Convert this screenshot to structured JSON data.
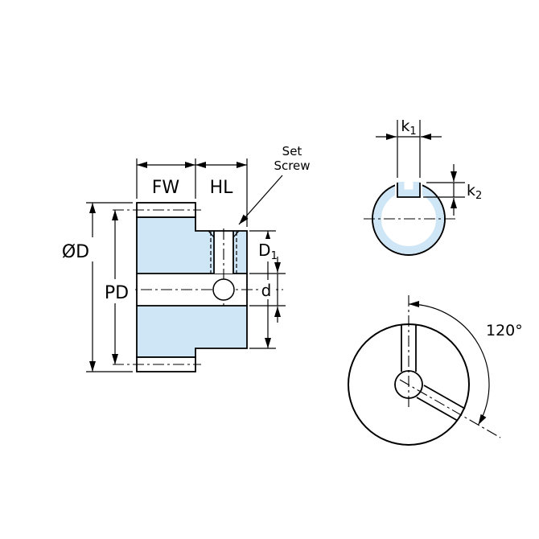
{
  "drawing": {
    "side_view": {
      "face_width_label": "FW",
      "hub_length_label": "HL",
      "set_screw_note": {
        "line1": "Set",
        "line2": "Screw"
      },
      "outer_diameter_label": "ØD",
      "pitch_diameter_label": "PD",
      "hub_diameter_label": {
        "base": "D",
        "sub": "1"
      },
      "bore_label": "d"
    },
    "keyway_detail": {
      "keyway_width_label": {
        "base": "k",
        "sub": "1"
      },
      "keyway_depth_label": {
        "base": "k",
        "sub": "2"
      }
    },
    "front_view": {
      "set_screw_angle_label": "120°"
    },
    "colors": {
      "highlight": "#cfe6f7",
      "line": "#000000"
    }
  }
}
